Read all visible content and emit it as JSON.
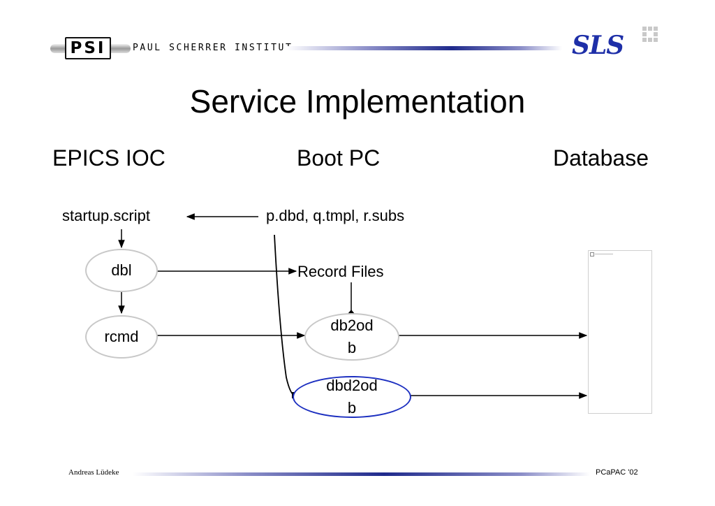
{
  "header": {
    "logo_text": "PSI",
    "institute": "PAUL SCHERRER INSTITUT",
    "sls_logo": "SLS"
  },
  "title": "Service Implementation",
  "columns": {
    "ioc": "EPICS IOC",
    "boot": "Boot PC",
    "database": "Database"
  },
  "nodes": {
    "startup": "startup.script",
    "sources": "p.dbd, q.tmpl, r.subs",
    "dbl": "dbl",
    "record_files": "Record Files",
    "rcmd": "rcmd",
    "db2odb": "db2od\nb",
    "dbd2odb": "dbd2od\nb"
  },
  "footer": {
    "author": "Andreas Lüdeke",
    "event": "PCaPAC '02"
  },
  "colors": {
    "accent": "#1e2fa8",
    "ellipse_border": "#c8c8c8",
    "highlight_border": "#1c2fc0"
  }
}
